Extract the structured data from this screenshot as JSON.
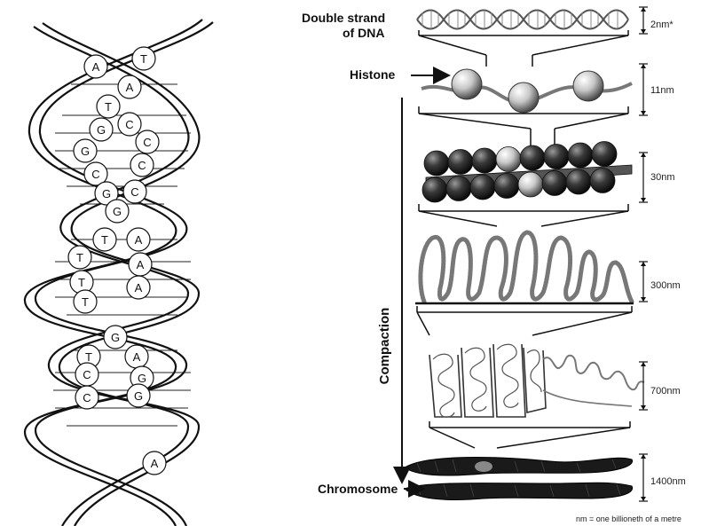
{
  "helix": {
    "base_letters": [
      "A",
      "T",
      "A",
      "T",
      "C",
      "G",
      "C",
      "G",
      "C",
      "C",
      "G",
      "C",
      "G",
      "T",
      "A",
      "T",
      "A",
      "T",
      "A",
      "T",
      "G",
      "A",
      "T",
      "C",
      "G",
      "C",
      "G",
      "A"
    ]
  },
  "compaction": {
    "labels": {
      "dna_line1": "Double strand",
      "dna_line2": "of DNA",
      "histone": "Histone",
      "chromosome": "Chromosome",
      "compaction": "Compaction"
    },
    "sizes": [
      "2nm*",
      "11nm",
      "30nm",
      "300nm",
      "700nm",
      "1400nm"
    ],
    "footnote": "nm = one billioneth of a metre"
  },
  "colors": {
    "ink": "#111111",
    "sphere_light": "#e8e8e8",
    "sphere_dark": "#3a3a3a",
    "fiber": "#8a8a8a"
  }
}
